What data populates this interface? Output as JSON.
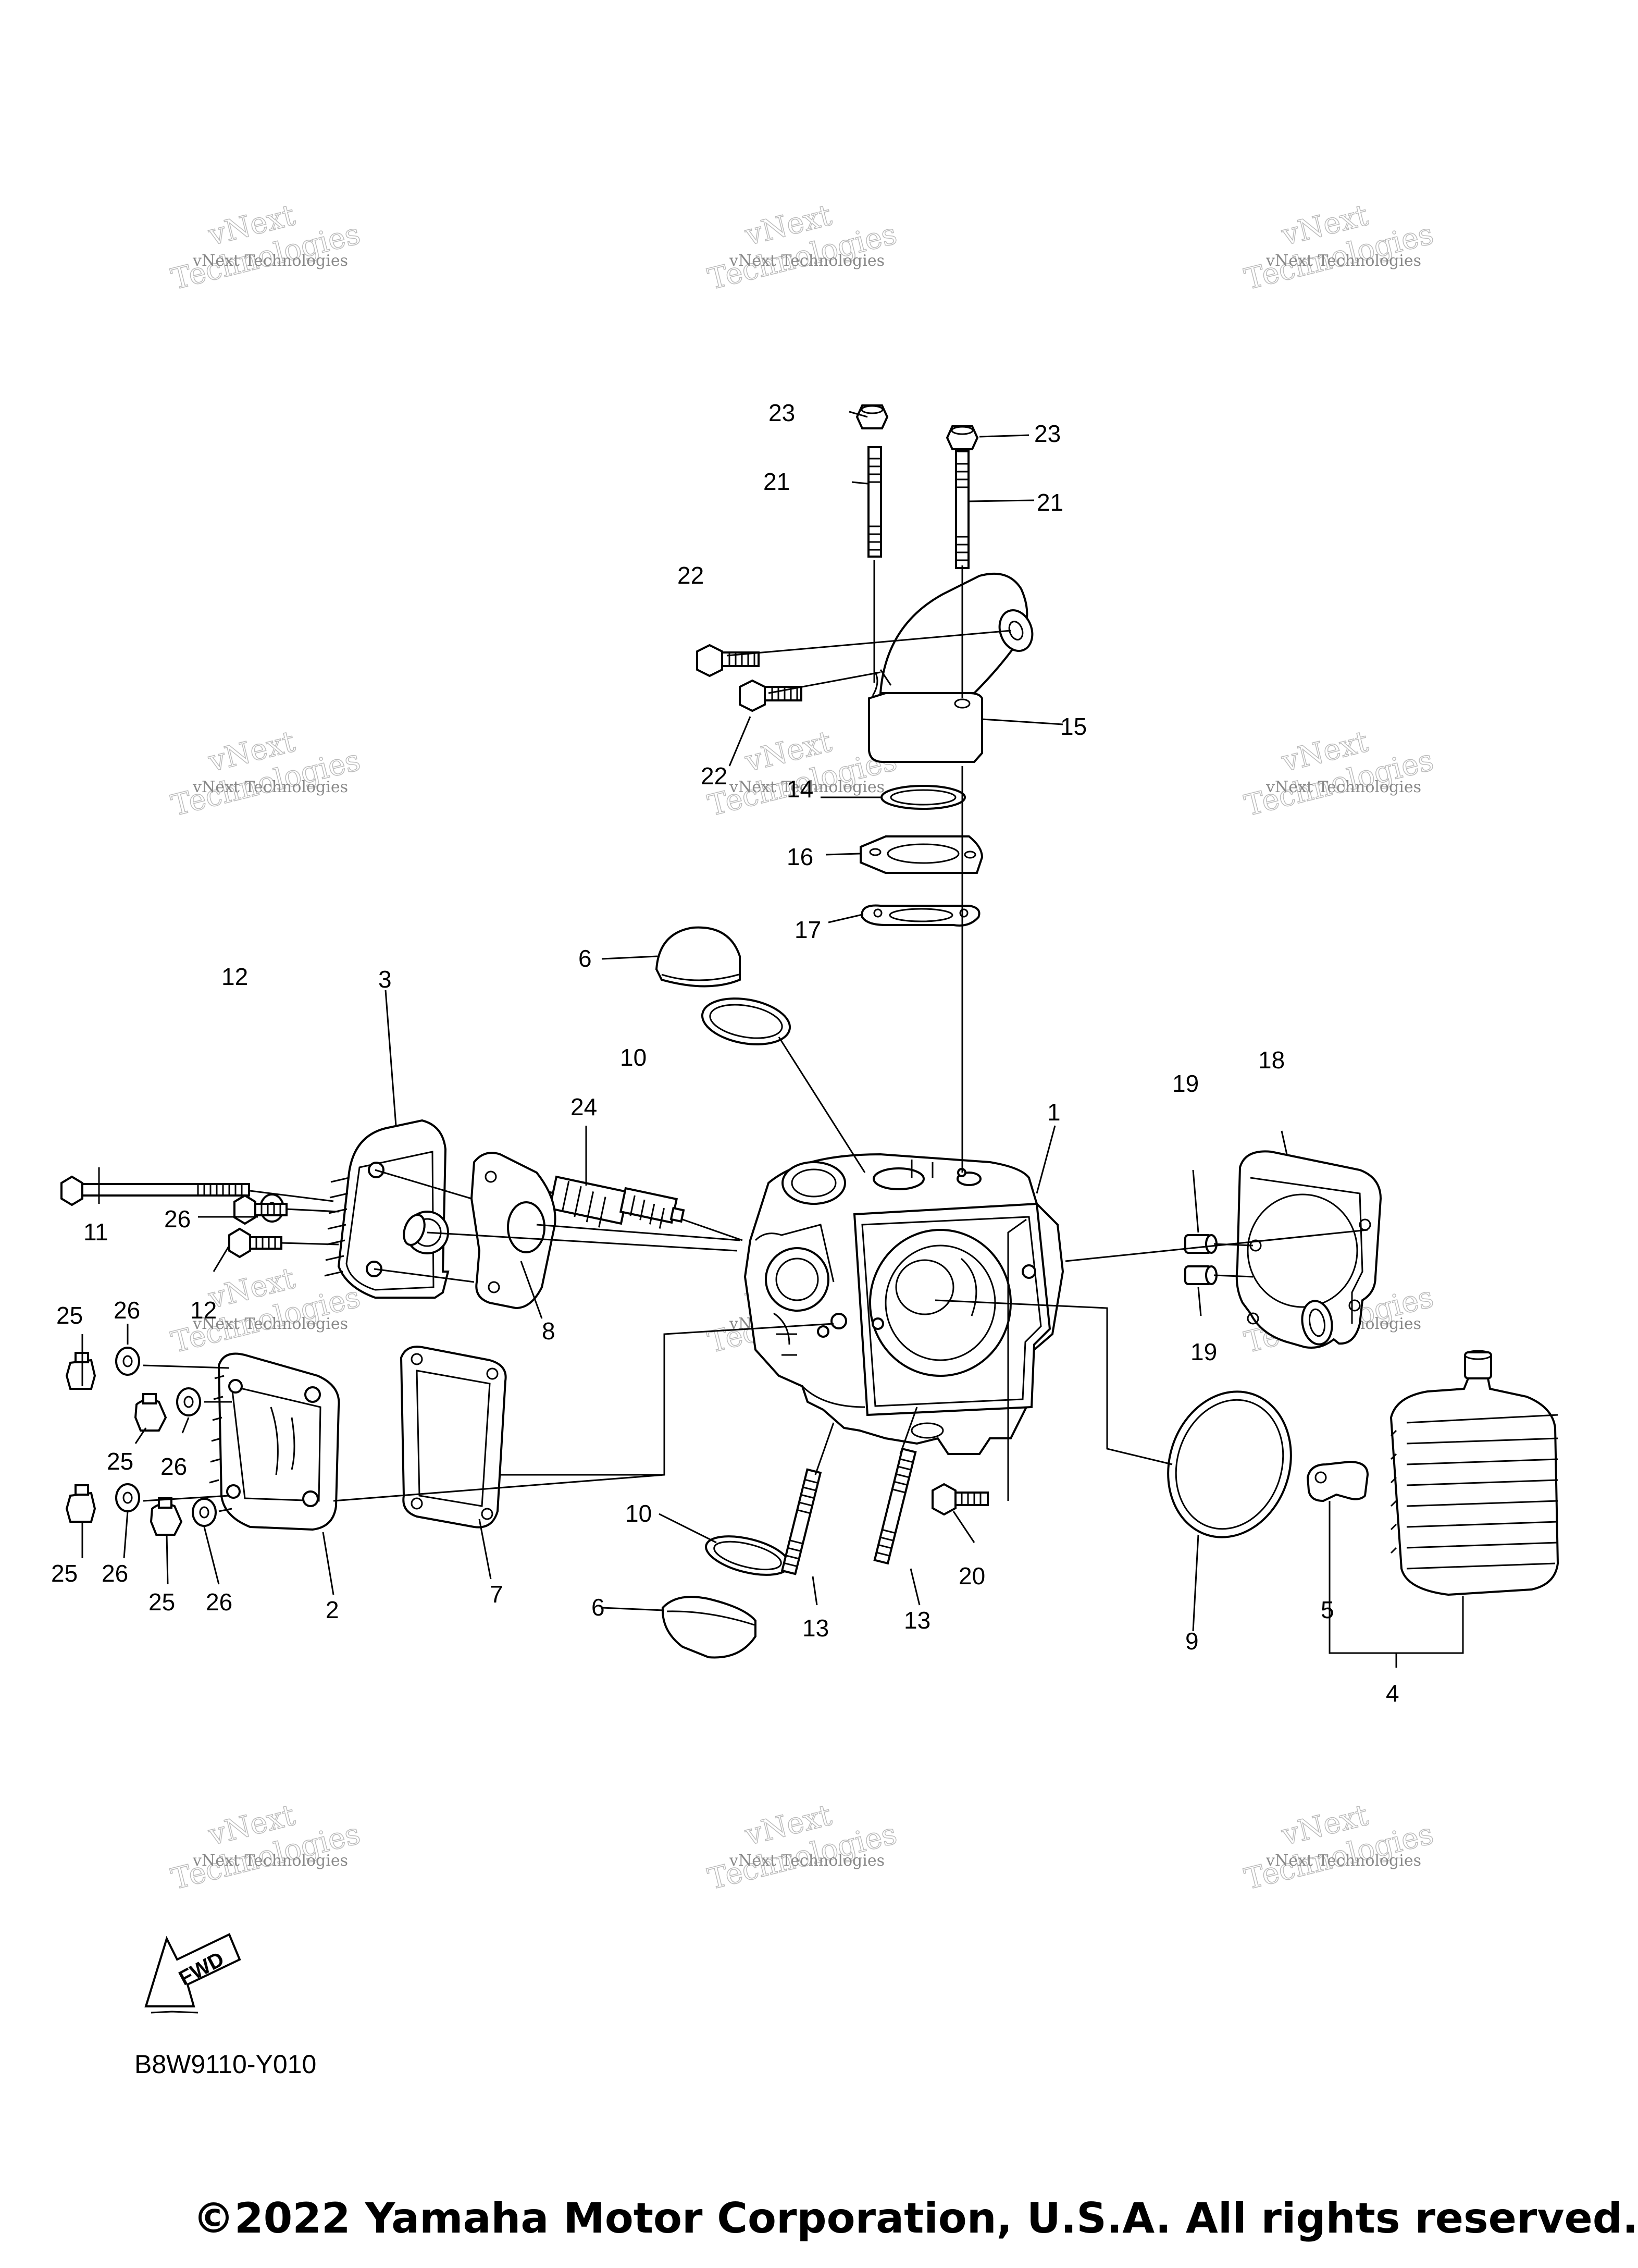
{
  "diagram": {
    "callouts": [
      {
        "id": "c1",
        "label": "1"
      },
      {
        "id": "c2",
        "label": "2"
      },
      {
        "id": "c3",
        "label": "3"
      },
      {
        "id": "c4",
        "label": "4"
      },
      {
        "id": "c5",
        "label": "5"
      },
      {
        "id": "c6a",
        "label": "6"
      },
      {
        "id": "c6b",
        "label": "6"
      },
      {
        "id": "c7",
        "label": "7"
      },
      {
        "id": "c8",
        "label": "8"
      },
      {
        "id": "c9",
        "label": "9"
      },
      {
        "id": "c10a",
        "label": "10"
      },
      {
        "id": "c10b",
        "label": "10"
      },
      {
        "id": "c11",
        "label": "11"
      },
      {
        "id": "c12a",
        "label": "12"
      },
      {
        "id": "c12b",
        "label": "12"
      },
      {
        "id": "c13a",
        "label": "13"
      },
      {
        "id": "c13b",
        "label": "13"
      },
      {
        "id": "c14",
        "label": "14"
      },
      {
        "id": "c15",
        "label": "15"
      },
      {
        "id": "c16",
        "label": "16"
      },
      {
        "id": "c17",
        "label": "17"
      },
      {
        "id": "c18",
        "label": "18"
      },
      {
        "id": "c19a",
        "label": "19"
      },
      {
        "id": "c19b",
        "label": "19"
      },
      {
        "id": "c20",
        "label": "20"
      },
      {
        "id": "c21a",
        "label": "21"
      },
      {
        "id": "c21b",
        "label": "21"
      },
      {
        "id": "c22a",
        "label": "22"
      },
      {
        "id": "c22b",
        "label": "22"
      },
      {
        "id": "c23a",
        "label": "23"
      },
      {
        "id": "c23b",
        "label": "23"
      },
      {
        "id": "c24",
        "label": "24"
      },
      {
        "id": "c25a",
        "label": "25"
      },
      {
        "id": "c25b",
        "label": "25"
      },
      {
        "id": "c25c",
        "label": "25"
      },
      {
        "id": "c25d",
        "label": "25"
      },
      {
        "id": "c26a",
        "label": "26"
      },
      {
        "id": "c26b",
        "label": "26"
      },
      {
        "id": "c26c",
        "label": "26"
      },
      {
        "id": "c26d",
        "label": "26"
      },
      {
        "id": "c26e",
        "label": "26"
      }
    ],
    "watermark": {
      "line1": "vNext Technologies",
      "line2": "Technologies",
      "line3": "vNext"
    },
    "fwd_label": "FWD",
    "ref_code": "B8W9110-Y010"
  },
  "footer": {
    "copyright": "©2022 Yamaha Motor Corporation, U.S.A. All rights reserved."
  }
}
